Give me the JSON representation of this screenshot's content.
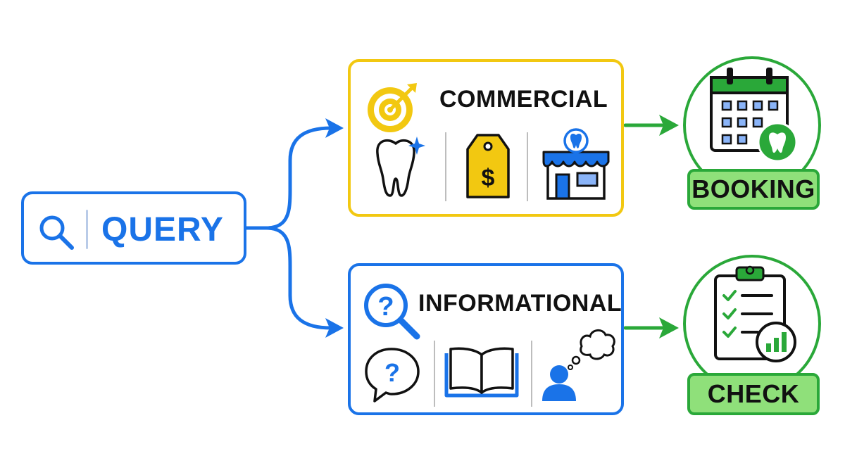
{
  "query": {
    "label": "QUERY",
    "icon": "search-icon"
  },
  "categories": [
    {
      "id": "commercial",
      "title": "COMMERCIAL",
      "accent": "#f2c811",
      "icons": [
        "target-icon",
        "tooth-sparkle-icon",
        "price-tag-icon",
        "dental-storefront-icon"
      ]
    },
    {
      "id": "informational",
      "title": "INFORMATIONAL",
      "accent": "#1a73e8",
      "icons": [
        "magnifier-question-icon",
        "speech-bubble-question-icon",
        "open-book-icon",
        "person-thinking-icon"
      ]
    }
  ],
  "outcomes": [
    {
      "id": "booking",
      "label": "BOOKING",
      "icon": "calendar-tooth-icon"
    },
    {
      "id": "check",
      "label": "CHECK",
      "icon": "clipboard-checklist-chart-icon"
    }
  ],
  "colors": {
    "query_blue": "#1a73e8",
    "commercial_yellow": "#f2c811",
    "outcome_green": "#2aa839",
    "badge_fill": "#8fe07a"
  }
}
